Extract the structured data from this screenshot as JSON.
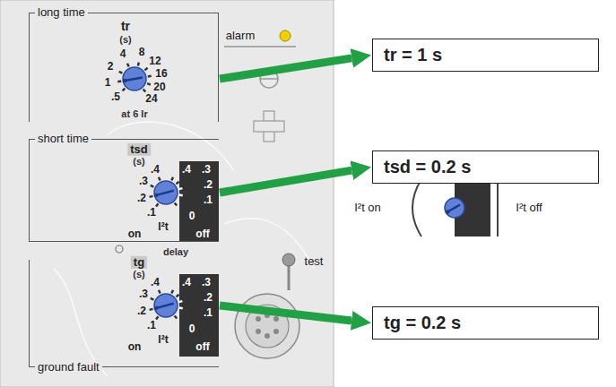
{
  "diagram": {
    "nodes": [
      {
        "text": [
          "long time"
        ]
      },
      {
        "text": [
          "short time"
        ]
      },
      {
        "text": [
          "ground fault"
        ]
      },
      {
        "text": [
          "tr = 1 s"
        ]
      },
      {
        "text": [
          "tsd = 0.2 s"
        ]
      },
      {
        "text": [
          "tg = 0.2 s"
        ]
      }
    ],
    "edges": [
      {
        "from": 0,
        "to": 3,
        "arrow": "to"
      },
      {
        "from": 1,
        "to": 4,
        "arrow": "to"
      },
      {
        "from": 2,
        "to": 5,
        "arrow": "to"
      }
    ],
    "labels": [
      "tr",
      "(s)",
      "4",
      "8",
      "12",
      "16",
      "20",
      "24",
      "2",
      "1",
      ".5",
      "at 6 Ir",
      "alarm",
      "tsd",
      "(s)",
      ".4",
      ".3",
      ".2",
      ".1",
      "on",
      "I²t",
      ".4",
      ".3",
      ".2",
      ".1",
      "0",
      "off",
      "delay",
      "tg",
      "(s)",
      ".4",
      ".3",
      ".2",
      ".1",
      "on",
      "I²t",
      ".4",
      ".3",
      ".2",
      ".1",
      "0",
      "off",
      "test",
      "I²t on",
      "I²t off"
    ]
  }
}
